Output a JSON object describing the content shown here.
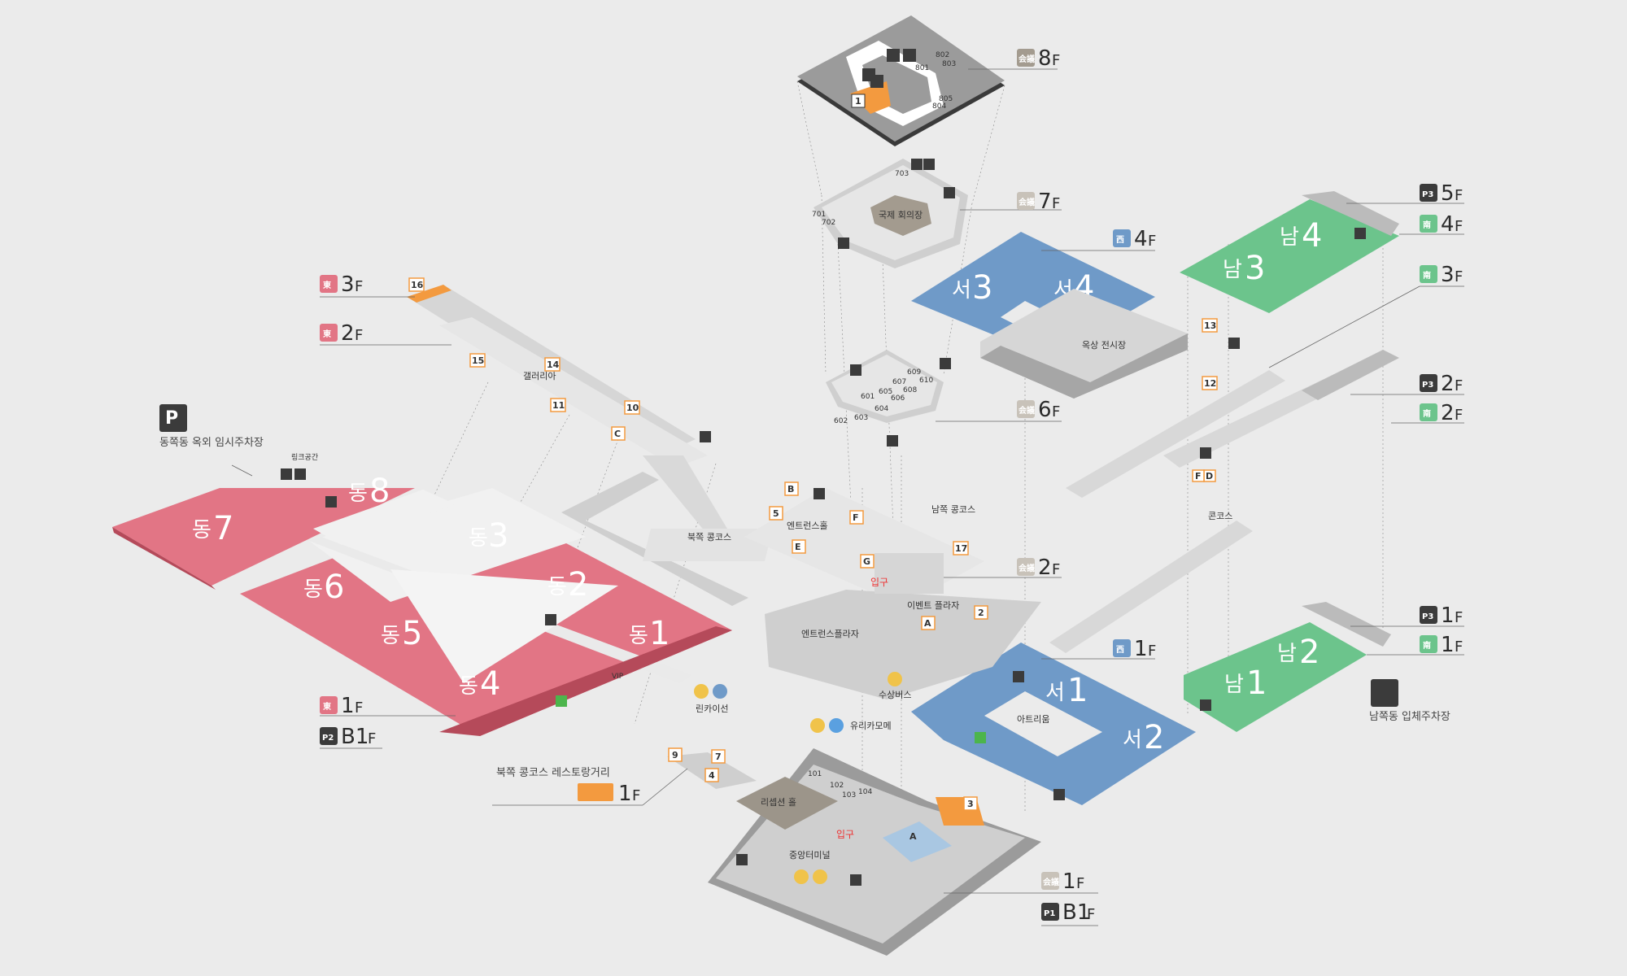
{
  "colors": {
    "east": "#e27585",
    "west": "#6f9ac8",
    "south": "#6cc48c",
    "concourse": "#7f7f7f",
    "floor_light": "#d6d6d6",
    "floor_dark": "#8c8c8c",
    "orange": "#f39a3f",
    "background": "#ebebeb"
  },
  "halls": {
    "east": [
      {
        "kor": "동",
        "num": "1"
      },
      {
        "kor": "동",
        "num": "2"
      },
      {
        "kor": "동",
        "num": "3"
      },
      {
        "kor": "동",
        "num": "4"
      },
      {
        "kor": "동",
        "num": "5"
      },
      {
        "kor": "동",
        "num": "6"
      },
      {
        "kor": "동",
        "num": "7"
      },
      {
        "kor": "동",
        "num": "8"
      }
    ],
    "west": [
      {
        "kor": "서",
        "num": "1"
      },
      {
        "kor": "서",
        "num": "2"
      },
      {
        "kor": "서",
        "num": "3"
      },
      {
        "kor": "서",
        "num": "4"
      }
    ],
    "south": [
      {
        "kor": "남",
        "num": "1"
      },
      {
        "kor": "남",
        "num": "2"
      },
      {
        "kor": "남",
        "num": "3"
      },
      {
        "kor": "남",
        "num": "4"
      }
    ]
  },
  "floor_labels": {
    "conf_8f": {
      "badge": "会議",
      "num": "8",
      "unit": "F"
    },
    "conf_7f": {
      "badge": "会議",
      "num": "7",
      "unit": "F"
    },
    "conf_6f": {
      "badge": "会議",
      "num": "6",
      "unit": "F"
    },
    "conf_2f": {
      "badge": "会議",
      "num": "2",
      "unit": "F"
    },
    "conf_1f": {
      "badge": "会議",
      "num": "1",
      "unit": "F"
    },
    "p1_b1f": {
      "badge": "P1",
      "num": "B1",
      "unit": "F"
    },
    "west_4f": {
      "badge": "西",
      "num": "4",
      "unit": "F"
    },
    "west_1f": {
      "badge": "西",
      "num": "1",
      "unit": "F"
    },
    "east_3f": {
      "badge": "東",
      "num": "3",
      "unit": "F"
    },
    "east_2f": {
      "badge": "東",
      "num": "2",
      "unit": "F"
    },
    "east_1f": {
      "badge": "東",
      "num": "1",
      "unit": "F"
    },
    "p2_b1f": {
      "badge": "P2",
      "num": "B1",
      "unit": "F"
    },
    "p3_5f": {
      "badge": "P3",
      "num": "5",
      "unit": "F"
    },
    "south_4f": {
      "badge": "南",
      "num": "4",
      "unit": "F"
    },
    "south_3f": {
      "badge": "南",
      "num": "3",
      "unit": "F"
    },
    "p3_2f": {
      "badge": "P3",
      "num": "2",
      "unit": "F"
    },
    "south_2f": {
      "badge": "南",
      "num": "2",
      "unit": "F"
    },
    "p3_1f": {
      "badge": "P3",
      "num": "1",
      "unit": "F"
    },
    "south_1f": {
      "badge": "南",
      "num": "1",
      "unit": "F"
    },
    "restaurant_1f": {
      "num": "1",
      "unit": "F"
    }
  },
  "places": {
    "east_parking": "동쪽동 옥외 임시주차장",
    "south_parking": "남쪽동 입체주차장",
    "link_space": "링크공간",
    "gallery": "갤러리아",
    "north_concourse": "북쪽 콩코스",
    "entrance_hall": "엔트런스홀",
    "south_concourse": "남쪽 콩코스",
    "event_plaza": "이벤트 플라자",
    "entrance_plaza": "엔트런스플라자",
    "rinkai_line": "린카이선",
    "water_bus": "수상버스",
    "yurikamome": "유리카모메",
    "atrium": "아트리움",
    "reception_hall": "리셉션 홀",
    "central_terminal": "중앙터미널",
    "concourse": "콘코스",
    "rooftop": "옥상 전시장",
    "intl_conference": "국제 회의장",
    "restaurant_street": "북쪽 콩코스 레스토랑거리",
    "entrance_1": "입구",
    "entrance_2": "입구",
    "vip": "VIP"
  },
  "room_numbers": {
    "r8": [
      "801",
      "802",
      "803",
      "804",
      "805"
    ],
    "r7": [
      "701",
      "702",
      "703"
    ],
    "r6": [
      "601",
      "602",
      "603",
      "604",
      "605",
      "606",
      "607",
      "608",
      "609",
      "610"
    ],
    "r1": [
      "101",
      "102",
      "103",
      "104"
    ]
  },
  "markers": [
    "1",
    "2",
    "3",
    "4",
    "5",
    "7",
    "9",
    "10",
    "11",
    "12",
    "13",
    "14",
    "15",
    "16",
    "17"
  ],
  "letter_markers": [
    "A",
    "B",
    "C",
    "D",
    "E",
    "F",
    "G"
  ]
}
